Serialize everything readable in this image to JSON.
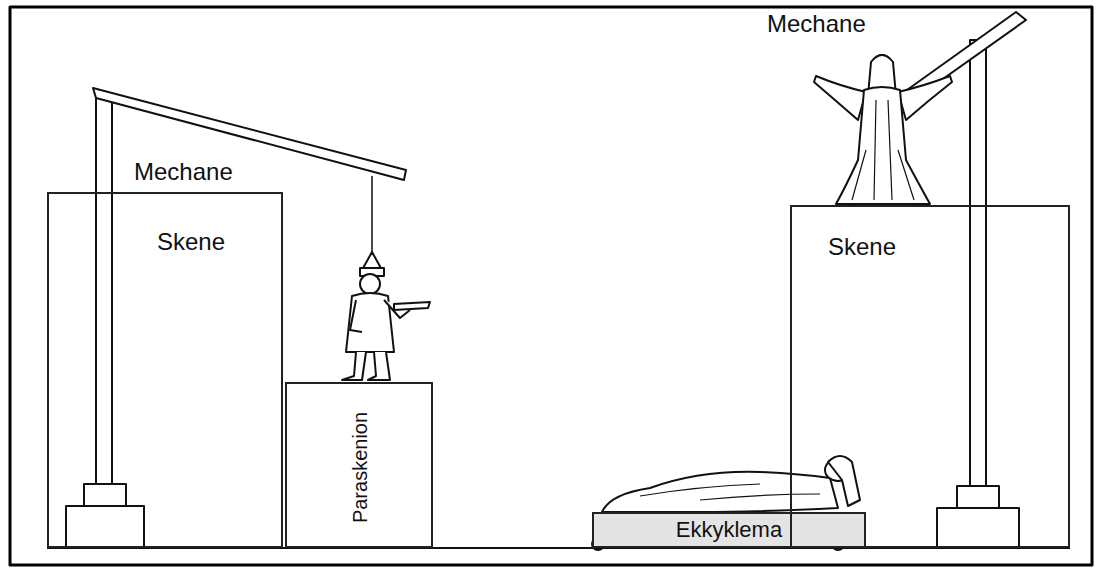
{
  "diagram": {
    "nodes": [
      {
        "text": [
          "Skene"
        ]
      },
      {
        "text": [
          "Paraskenion"
        ]
      },
      {
        "text": [
          "Ekkyklema"
        ]
      },
      {
        "text": [
          "Skene"
        ]
      }
    ],
    "labels": [
      "Mechane",
      "Mechane"
    ]
  }
}
